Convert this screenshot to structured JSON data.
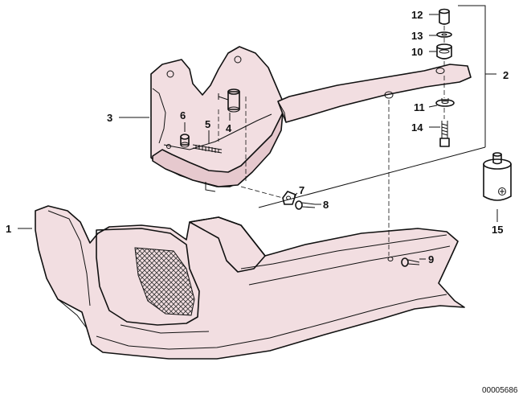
{
  "callouts": [
    "1",
    "2",
    "3",
    "4",
    "5",
    "6",
    "7",
    "8",
    "9",
    "10",
    "11",
    "12",
    "13",
    "14",
    "15"
  ],
  "drawing_number": "00005686",
  "colors": {
    "part_fill": "#f2dee1",
    "part_shadow": "#e6c9ce",
    "line": "#111111"
  }
}
